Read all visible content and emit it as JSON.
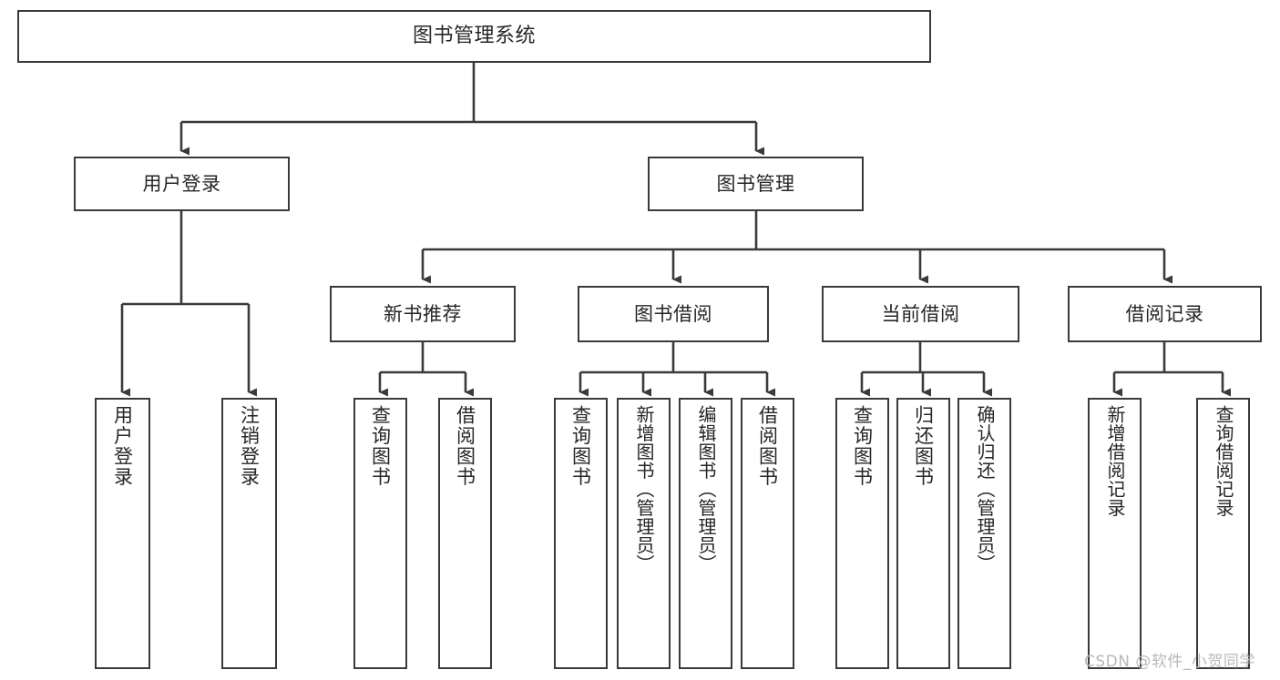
{
  "diagram": {
    "title": "图书管理系统",
    "type": "hierarchy-tree",
    "watermark": "CSDN @软件_小贺同学",
    "colors": {
      "border": "#3a3a3a",
      "text": "#262626",
      "background": "#ffffff",
      "connector": "#3a3a3a",
      "watermark": "#b8b8b8"
    },
    "nodes": {
      "root": {
        "label": "图书管理系统"
      },
      "level2": [
        {
          "label": "用户登录"
        },
        {
          "label": "图书管理"
        }
      ],
      "level3": [
        {
          "label": "新书推荐"
        },
        {
          "label": "图书借阅"
        },
        {
          "label": "当前借阅"
        },
        {
          "label": "借阅记录"
        }
      ],
      "leaves_user_login": [
        {
          "label": "用户登录"
        },
        {
          "label": "注销登录"
        }
      ],
      "leaves_new_book": [
        {
          "label": "查询图书"
        },
        {
          "label": "借阅图书"
        }
      ],
      "leaves_borrow": [
        {
          "label": "查询图书"
        },
        {
          "label": "新增图书（管理员）"
        },
        {
          "label": "编辑图书（管理员）"
        },
        {
          "label": "借阅图书"
        }
      ],
      "leaves_current": [
        {
          "label": "查询图书"
        },
        {
          "label": "归还图书"
        },
        {
          "label": "确认归还（管理员）"
        }
      ],
      "leaves_records": [
        {
          "label": "新增借阅记录"
        },
        {
          "label": "查询借阅记录"
        }
      ]
    }
  }
}
